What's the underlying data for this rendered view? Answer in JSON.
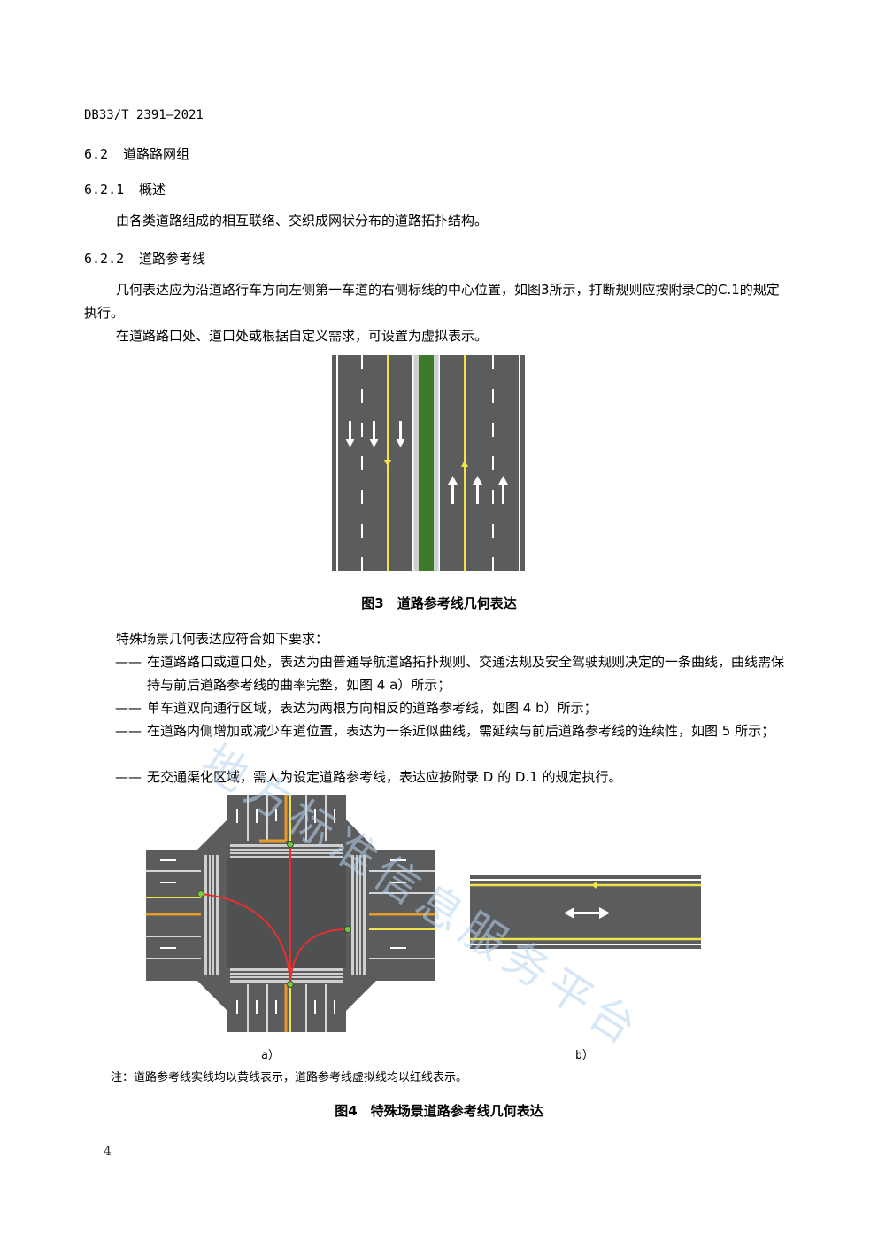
{
  "header": {
    "doc_id": "DB33/T 2391—2021"
  },
  "section_6_2": {
    "num": "6.2",
    "title": "道路路网组"
  },
  "section_6_2_1": {
    "num": "6.2.1",
    "title": "概述",
    "body": "由各类道路组成的相互联络、交织成网状分布的道路拓扑结构。"
  },
  "section_6_2_2": {
    "num": "6.2.2",
    "title": "道路参考线",
    "p1": "几何表达应为沿道路行车方向左侧第一车道的右侧标线的中心位置，如图3所示，打断规则应按附录C的C.1的规定执行。",
    "p2": "在道路路口处、道口处或根据自定义需求，可设置为虚拟表示。"
  },
  "figure3": {
    "caption": "图3　道路参考线几何表达"
  },
  "special": {
    "intro": "特殊场景几何表达应符合如下要求：",
    "dash": "——",
    "items": [
      "在道路路口或道口处，表达为由普通导航道路拓扑规则、交通法规及安全驾驶规则决定的一条曲线，曲线需保持与前后道路参考线的曲率完整，如图 4 a）所示；",
      "单车道双向通行区域，表达为两根方向相反的道路参考线，如图 4 b）所示；",
      "在道路内侧增加或减少车道位置，表达为一条近似曲线，需延续与前后道路参考线的连续性，如图 5 所示；",
      "无交通渠化区域，需人为设定道路参考线，表达应按附录 D 的 D.1 的规定执行。"
    ]
  },
  "figure4": {
    "sub_a": "a）",
    "sub_b": "b）",
    "note": "注：道路参考线实线均以黄线表示，道路参考线虚拟线均以红线表示。",
    "caption": "图4　特殊场景道路参考线几何表达"
  },
  "watermark": "地方标准信息服务平台",
  "page_number": "4",
  "colors": {
    "asphalt": "#5b5c5e",
    "median": "#3b7a2a",
    "ref_line": "#f2e34a",
    "virtual_line": "#e53030"
  }
}
